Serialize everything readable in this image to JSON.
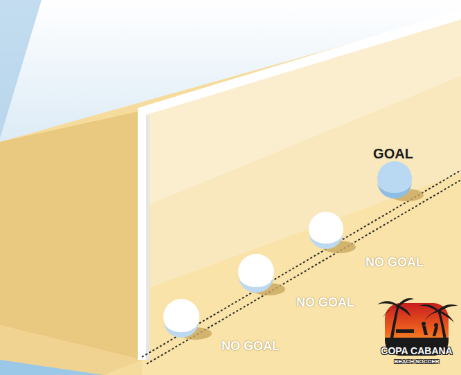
{
  "diagram": {
    "labels": [
      "GOAL",
      "NO GOAL",
      "NO GOAL",
      "NO GOAL",
      "COPA CABANA",
      "BEACH SOCCER"
    ]
  }
}
